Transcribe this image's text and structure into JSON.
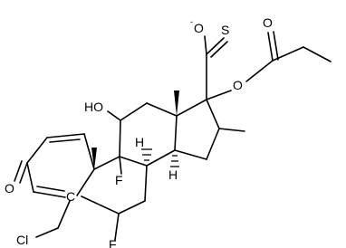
{
  "diagram": {
    "atoms": {
      "thioxo_s": "S",
      "thio_o_minus": "O",
      "charge_minus": "-",
      "ester_carbonyl_o": "O",
      "ester_link_o": "O",
      "hydroxyl": "HO",
      "ketone_o": "O",
      "fluoro_9": "F",
      "fluoro_6": "F",
      "chloro": "Cl",
      "carbon_label": "C",
      "h_8": "H",
      "h_14": "H"
    }
  }
}
